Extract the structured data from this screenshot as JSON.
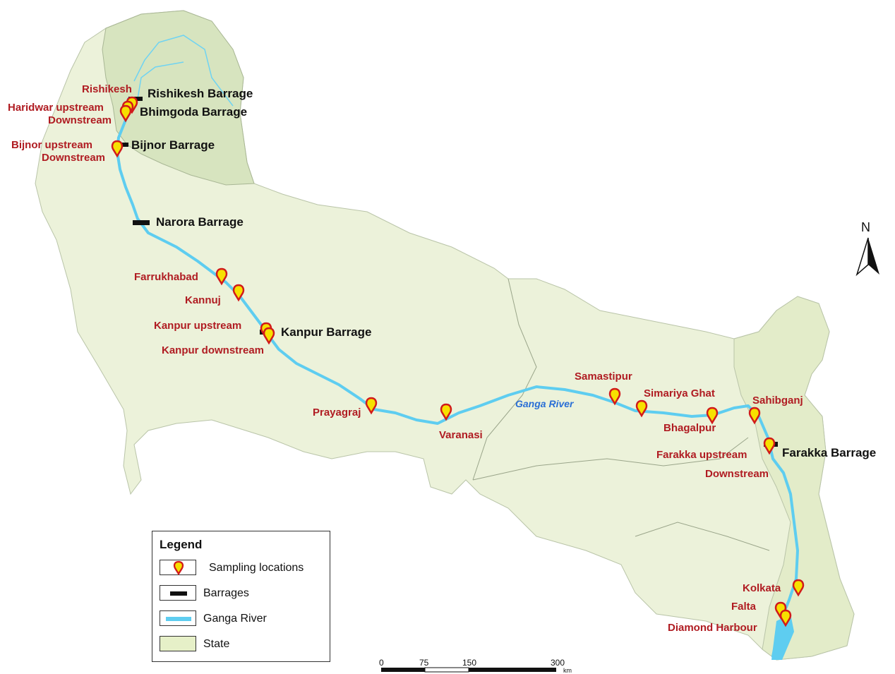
{
  "legend": {
    "title": "Legend",
    "items": [
      {
        "label": "Sampling locations",
        "icon": "sampling-pin-icon"
      },
      {
        "label": "Barrages",
        "icon": "barrage-icon"
      },
      {
        "label": "Ganga River",
        "icon": "river-line-icon",
        "color": "#5ecdf0"
      },
      {
        "label": "State",
        "icon": "state-fill-icon",
        "color": "#e6f0c8"
      }
    ]
  },
  "colors": {
    "river": "#5ecdf0",
    "state_fill": "#ecf2da",
    "upland_fill": "#d7e4bf",
    "pin_fill": "#f7e000",
    "pin_border": "#d11a1a",
    "label_red": "#b01c22"
  },
  "river_label": "Ganga River",
  "north_label": "N",
  "scale": {
    "ticks": [
      "0",
      "75",
      "150",
      "300"
    ],
    "unit": "km"
  },
  "sampling_locations": [
    "Rishikesh",
    "Haridwar upstream",
    "Downstream",
    "Bijnor upstream",
    "Downstream",
    "Farrukhabad",
    "Kannuj",
    "Kanpur upstream",
    "Kanpur downstream",
    "Prayagraj",
    "Varanasi",
    "Samastipur",
    "Simariya Ghat",
    "Bhagalpur",
    "Sahibganj",
    "Farakka upstream",
    "Downstream",
    "Kolkata",
    "Falta",
    "Diamond Harbour"
  ],
  "barrages": [
    "Rishikesh Barrage",
    "Bhimgoda Barrage",
    "Bijnor Barrage",
    "Narora Barrage",
    "Kanpur Barrage",
    "Farakka Barrage"
  ]
}
